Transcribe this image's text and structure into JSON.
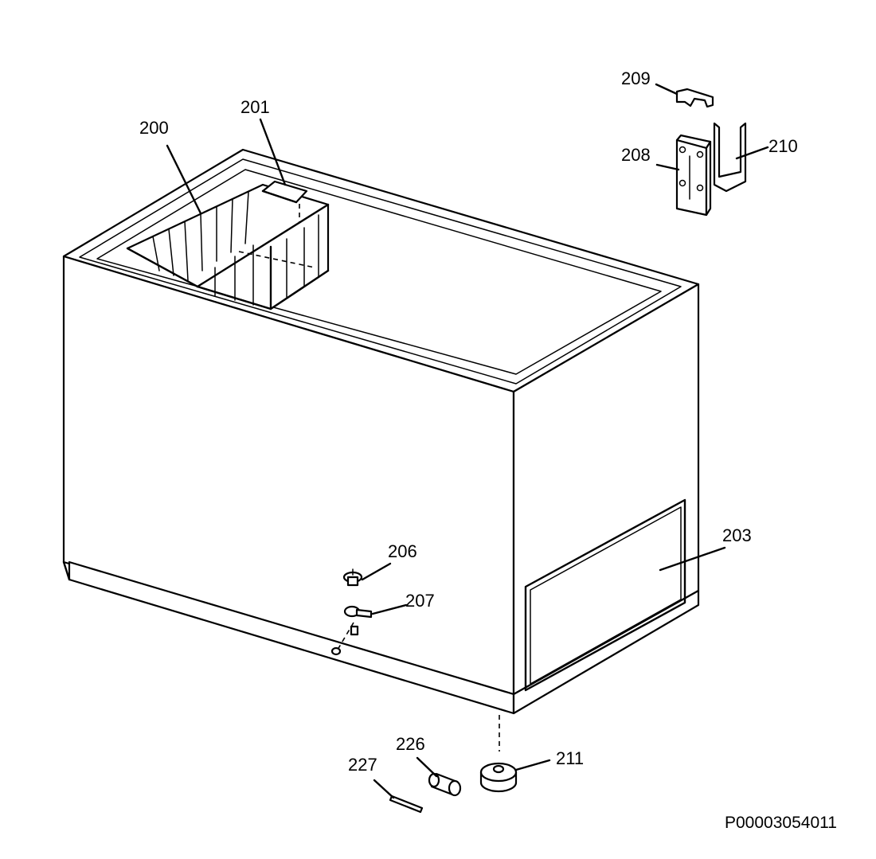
{
  "labels": {
    "l200": "200",
    "l201": "201",
    "l203": "203",
    "l206": "206",
    "l207": "207",
    "l208": "208",
    "l209": "209",
    "l210": "210",
    "l211": "211",
    "l226": "226",
    "l227": "227"
  },
  "drawing_code": "P00003054011"
}
